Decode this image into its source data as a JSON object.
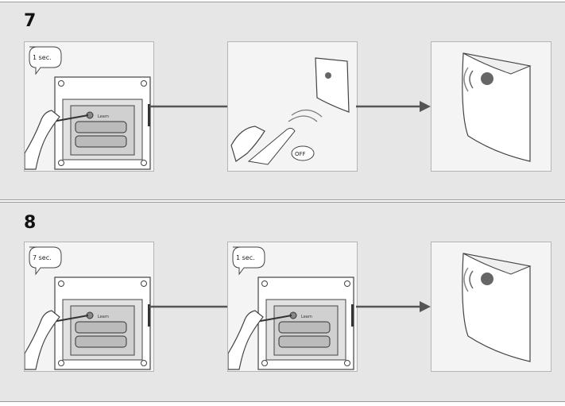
{
  "steps": [
    {
      "number": "7",
      "panels": [
        {
          "kind": "hand-press",
          "timer_label": "1 sec.",
          "button_label": "Learn"
        },
        {
          "kind": "remote",
          "remote_label": "OFF"
        },
        {
          "kind": "chime"
        }
      ]
    },
    {
      "number": "8",
      "panels": [
        {
          "kind": "hand-press",
          "timer_label": "7 sec.",
          "button_label": "Learn"
        },
        {
          "kind": "hand-press",
          "timer_label": "1 sec.",
          "button_label": "Learn"
        },
        {
          "kind": "chime"
        }
      ]
    }
  ],
  "colors": {
    "band": "#e6e6e6",
    "panel": "#f4f4f4",
    "arrow": "#555555",
    "device": "#ffffff",
    "outline": "#444444"
  }
}
